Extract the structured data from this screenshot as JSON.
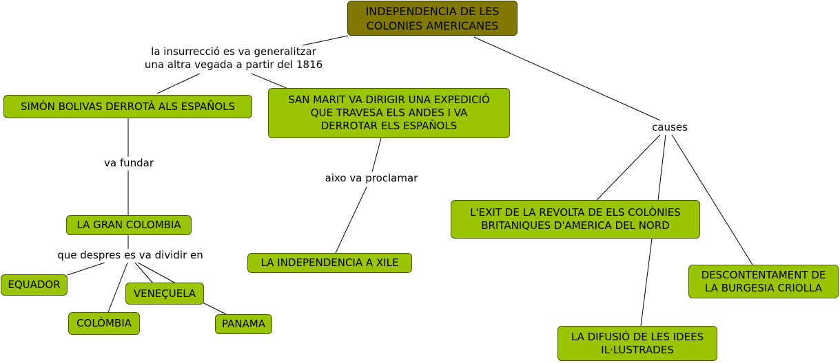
{
  "nodes": {
    "root": "INDEPENDENCIA DE LES\nCOLONIES AMERICANES",
    "bolivar": "SIMÓN BOLIVAS DERROTÀ ALS ESPAÑOLS",
    "sanmartin": "SAN MARIT VA DIRIGIR UNA EXPEDICIÓ\nQUE TRAVESA ELS ANDES I VA\nDERROTAR ELS ESPAÑOLS",
    "gran_colombia": "LA GRAN COLOMBIA",
    "equador": "EQUADOR",
    "colombia": "COLÒMBIA",
    "veneçuela": "VENEÇUELA",
    "panama": "PANAMA",
    "xile": "LA INDEPENDENCIA A XILE",
    "revolta": "L'EXIT DE LA REVOLTA DE ELS COLÒNIES\nBRITANIQUES D'AMERICA DEL NORD",
    "descontentament": "DESCONTENTAMENT DE\nLA BURGESIA CRIOLLA",
    "difusio": "LA DIFUSIÓ DE LES IDEES\nIL·LUSTRADES"
  },
  "labels": {
    "insurreccio": "la insurrecció es va generalitzar\nuna altra vegada a partir del 1816",
    "va_fundar": "va fundar",
    "dividir": "que despres es va dividir en",
    "proclamar": "aixo va proclamar",
    "causes": "causes"
  },
  "colors": {
    "root_fill": "#807800",
    "node_fill": "#99c400",
    "line": "#000000"
  }
}
